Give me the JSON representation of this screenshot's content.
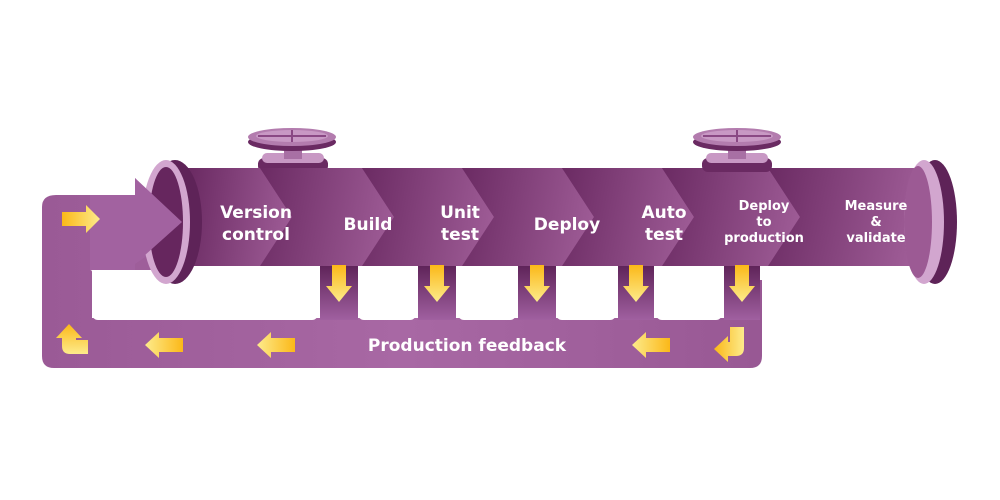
{
  "diagram": {
    "type": "devops-pipeline",
    "stages": [
      {
        "id": "version-control",
        "lines": [
          "Version",
          "control"
        ]
      },
      {
        "id": "build",
        "lines": [
          "Build"
        ]
      },
      {
        "id": "unit-test",
        "lines": [
          "Unit",
          "test"
        ]
      },
      {
        "id": "deploy",
        "lines": [
          "Deploy"
        ]
      },
      {
        "id": "auto-test",
        "lines": [
          "Auto",
          "test"
        ]
      },
      {
        "id": "deploy-to-production",
        "lines": [
          "Deploy",
          "to",
          "production"
        ]
      },
      {
        "id": "measure-validate",
        "lines": [
          "Measure",
          "&",
          "validate"
        ]
      }
    ],
    "feedback_label": "Production feedback",
    "valves": [
      "valve-left",
      "valve-right"
    ],
    "colors": {
      "pipe_dark": "#6a2a62",
      "pipe_mid": "#7e3a76",
      "pipe_light": "#9c5a94",
      "loop": "#a060a0",
      "flange_light": "#d2a6cf",
      "flange_dark": "#5e2358",
      "arrow_yellow": "#fcc21b",
      "arrow_light": "#fde98a",
      "text": "#ffffff"
    }
  }
}
